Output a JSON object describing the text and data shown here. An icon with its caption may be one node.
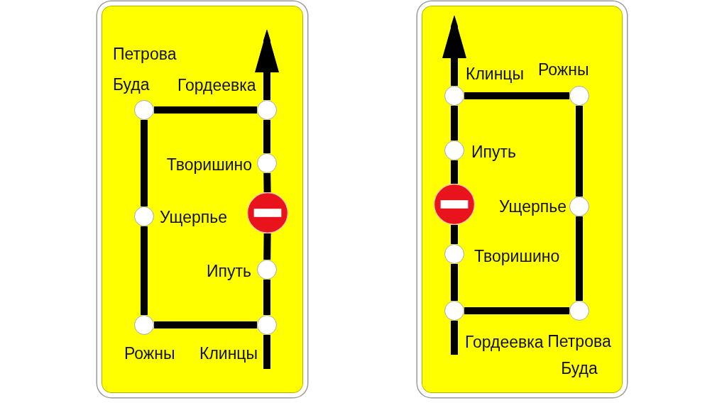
{
  "diagram": {
    "nodes": [
      {
        "text": [],
        "shape": "box"
      },
      {
        "text": [],
        "shape": "circle",
        "in": 0,
        "beside": [
          "Петрова Буда"
        ]
      },
      {
        "text": [],
        "shape": "circle",
        "in": 0,
        "beside": [
          "Гордеевка"
        ]
      },
      {
        "text": [],
        "shape": "circle",
        "in": 0,
        "beside": [
          "Творишино"
        ]
      },
      {
        "text": [],
        "shape": "circle",
        "in": 0,
        "beside": [
          "Ущерпье"
        ]
      },
      {
        "text": [],
        "shape": "circle",
        "in": 0
      },
      {
        "text": [],
        "shape": "circle",
        "in": 0,
        "beside": [
          "Ипуть"
        ]
      },
      {
        "text": [],
        "shape": "circle",
        "in": 0,
        "beside": [
          "Рожны"
        ]
      },
      {
        "text": [],
        "shape": "circle",
        "in": 0,
        "beside": [
          "Клинцы"
        ]
      },
      {
        "text": [],
        "shape": "box"
      },
      {
        "text": [],
        "shape": "circle",
        "in": 9,
        "beside": [
          "Клинцы"
        ]
      },
      {
        "text": [],
        "shape": "circle",
        "in": 9,
        "beside": [
          "Рожны"
        ]
      },
      {
        "text": [],
        "shape": "circle",
        "in": 9,
        "beside": [
          "Ипуть"
        ]
      },
      {
        "text": [],
        "shape": "circle",
        "in": 9
      },
      {
        "text": [],
        "shape": "circle",
        "in": 9,
        "beside": [
          "Ущерпье"
        ]
      },
      {
        "text": [],
        "shape": "circle",
        "in": 9,
        "beside": [
          "Творишино"
        ]
      },
      {
        "text": [],
        "shape": "circle",
        "in": 9,
        "beside": [
          "Гордеевка"
        ]
      },
      {
        "text": [],
        "shape": "circle",
        "in": 9,
        "beside": [
          "Петрова Буда"
        ]
      }
    ],
    "edges": [
      {
        "from": null,
        "to": 8,
        "arrow": "none"
      },
      {
        "from": 8,
        "to": 6,
        "arrow": "none"
      },
      {
        "from": 6,
        "to": 5,
        "arrow": "none"
      },
      {
        "from": 5,
        "to": 3,
        "arrow": "none"
      },
      {
        "from": 3,
        "to": 2,
        "arrow": "none"
      },
      {
        "from": 2,
        "to": null,
        "arrow": "to"
      },
      {
        "from": 8,
        "to": 7,
        "arrow": "none"
      },
      {
        "from": 7,
        "to": 4,
        "arrow": "none"
      },
      {
        "from": 4,
        "to": 1,
        "arrow": "none"
      },
      {
        "from": 1,
        "to": 2,
        "arrow": "none"
      },
      {
        "from": null,
        "to": 16,
        "arrow": "none"
      },
      {
        "from": 16,
        "to": 15,
        "arrow": "none"
      },
      {
        "from": 15,
        "to": 13,
        "arrow": "none"
      },
      {
        "from": 13,
        "to": 12,
        "arrow": "none"
      },
      {
        "from": 12,
        "to": 10,
        "arrow": "none"
      },
      {
        "from": 10,
        "to": null,
        "arrow": "to"
      },
      {
        "from": 16,
        "to": 17,
        "arrow": "none"
      },
      {
        "from": 17,
        "to": 14,
        "arrow": "none"
      },
      {
        "from": 14,
        "to": 11,
        "arrow": "none"
      },
      {
        "from": 11,
        "to": 10,
        "arrow": "none"
      }
    ]
  }
}
